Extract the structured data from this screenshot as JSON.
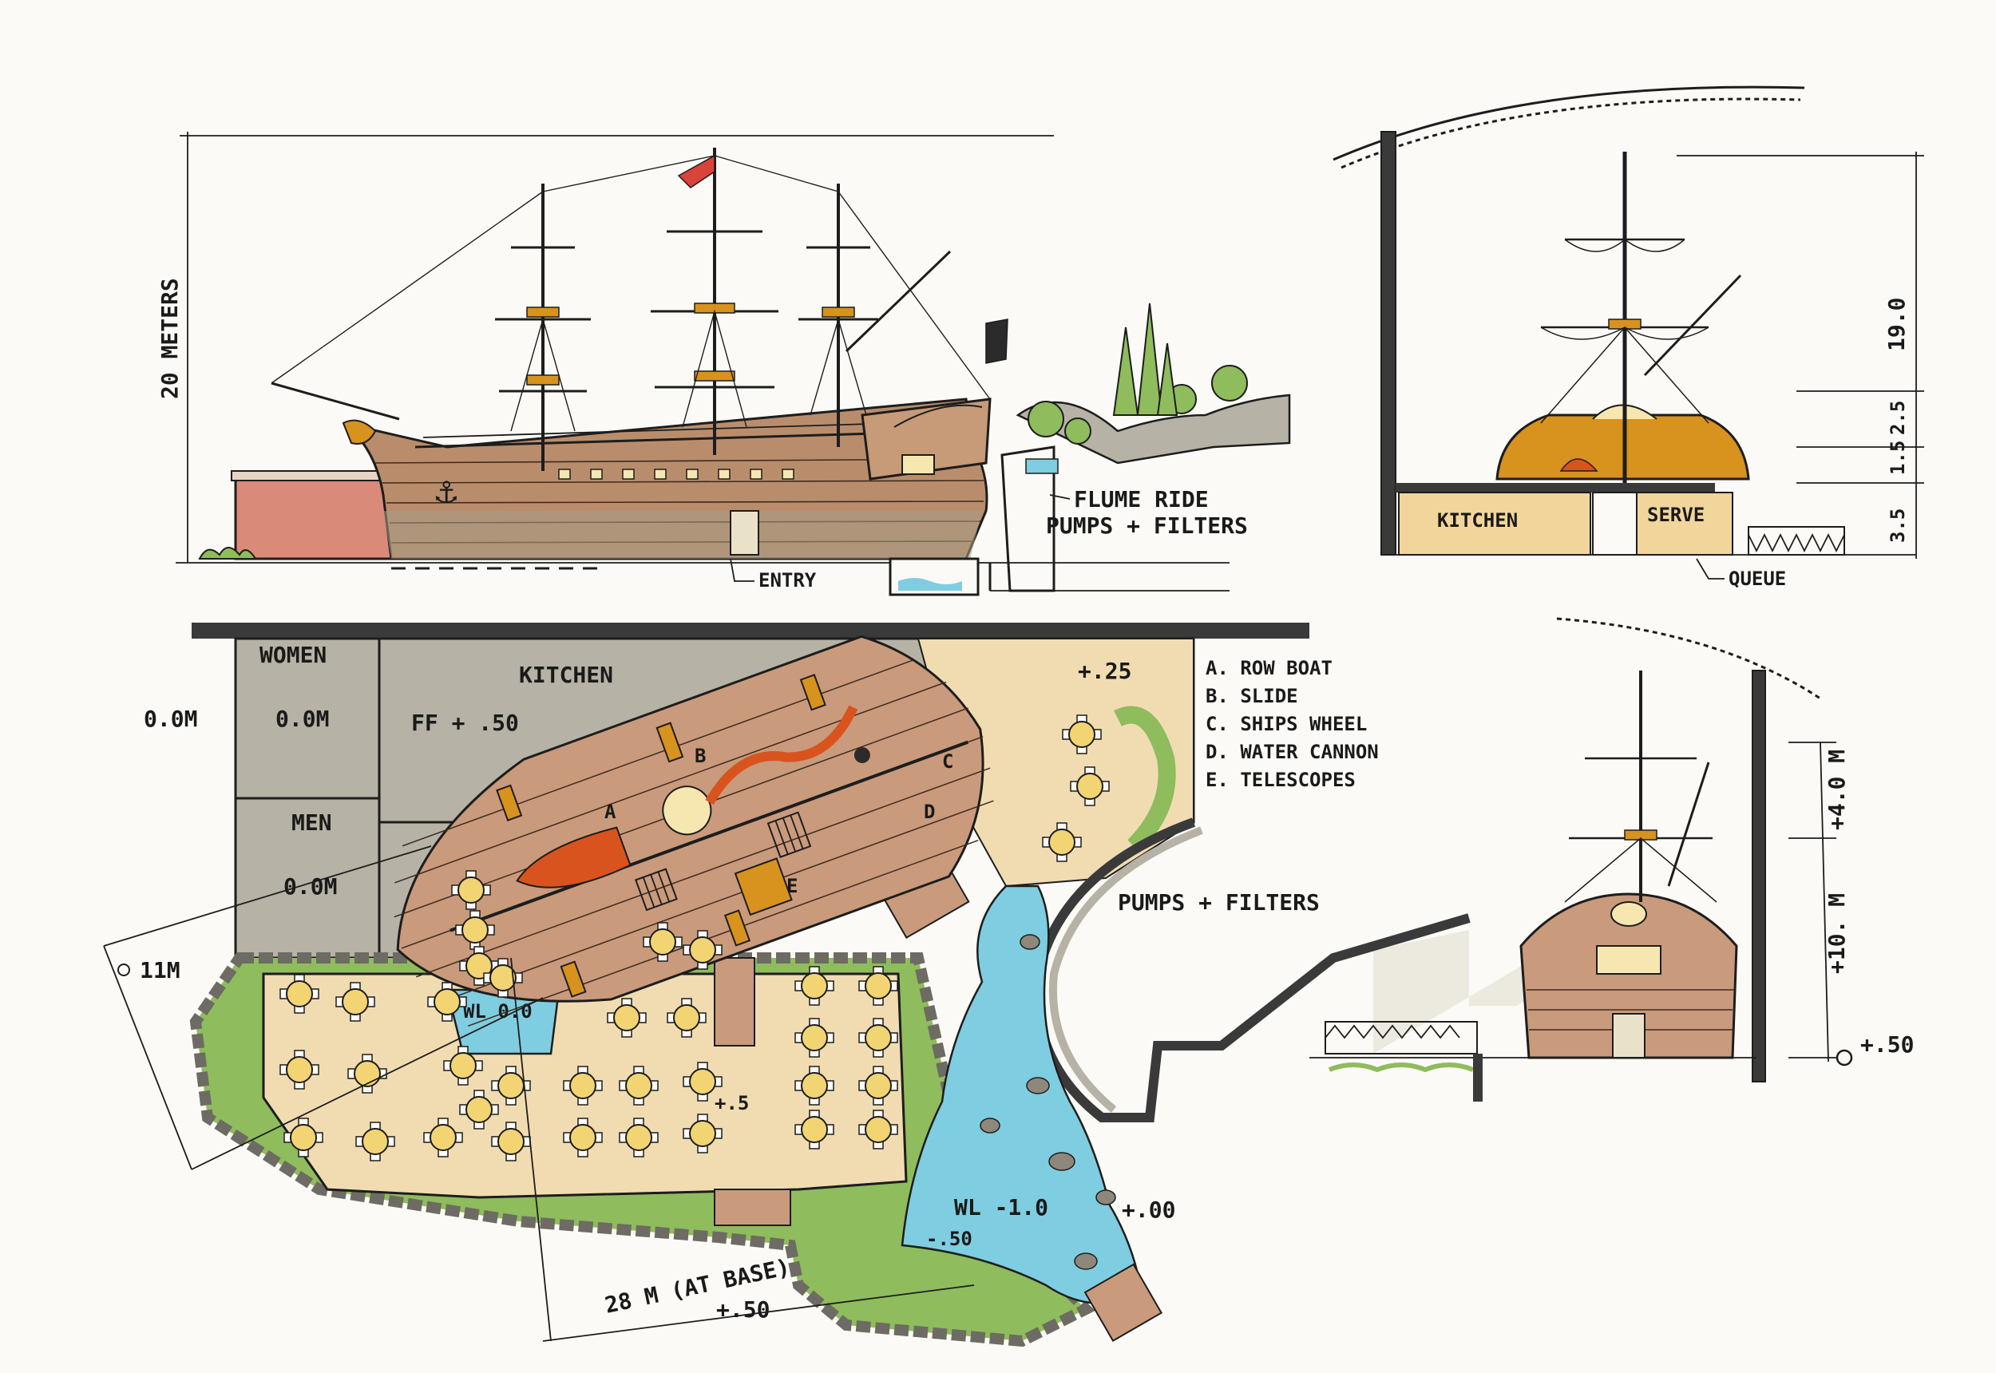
{
  "side_elevation": {
    "height_label": "20 METERS",
    "flume_label_1": "FLUME RIDE",
    "flume_label_2": "PUMPS + FILTERS",
    "entry_label": "ENTRY"
  },
  "end_section": {
    "kitchen": "KITCHEN",
    "serve": "SERVE",
    "queue": "QUEUE",
    "dims": [
      "19.0",
      "2.5",
      "1.5",
      "3.5"
    ]
  },
  "stern_elevation": {
    "dims": [
      "+4.0 M",
      "+10. M",
      "+.50"
    ]
  },
  "plan": {
    "women": "WOMEN",
    "women_level": "0.0M",
    "men": "MEN",
    "men_level": "0.0M",
    "outside_level": "0.0M",
    "kitchen": "KITCHEN",
    "kitchen_ff": "FF + .50",
    "deck_level": "+.25",
    "pumps_filters": "PUMPS + FILTERS",
    "wl_pool": "WL 0.0",
    "patio_level": "+.5",
    "wl_pond": "WL -1.0",
    "pond_edge": "-.50",
    "ground_level": "+.00",
    "base_level": "+.50",
    "width_dim": "11M",
    "length_dim": "28 M (AT BASE)",
    "deck_markers": [
      "A",
      "B",
      "C",
      "D",
      "E"
    ]
  },
  "legend": [
    "A. ROW BOAT",
    "B. SLIDE",
    "C. SHIPS WHEEL",
    "D. WATER CANNON",
    "E. TELESCOPES"
  ],
  "colors": {
    "hull": "#b98d6c",
    "deck": "#c99a7c",
    "gold": "#d8921e",
    "water": "#7fcde0",
    "grass": "#8fbc5c",
    "patio": "#f1dcb2",
    "kitchen_floor": "#b7b2a6",
    "kitchen_section": "#f2d59a",
    "table": "#f3d472",
    "rowboat": "#d9531f",
    "building": "#d98a78",
    "rock": "#8e877b"
  }
}
